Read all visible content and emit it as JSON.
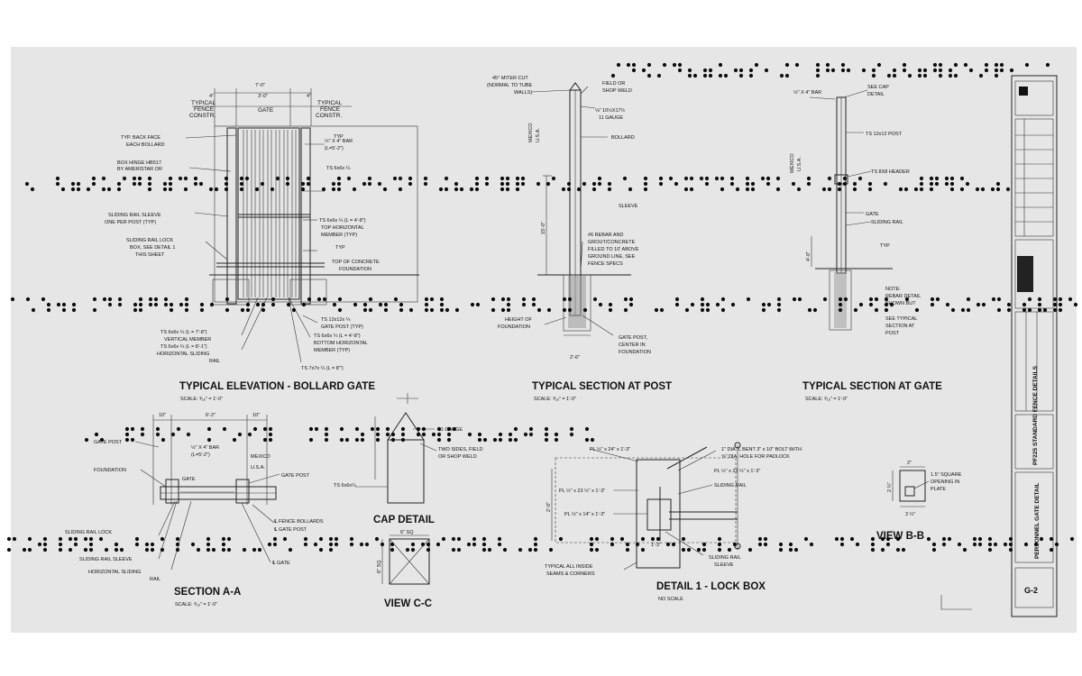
{
  "colors": {
    "paper": "#e6e6e6",
    "ink": "#111111",
    "braille_dots": "#0c0c0c"
  },
  "elevation": {
    "title": "TYPICAL ELEVATION - BOLLARD GATE",
    "scale": "SCALE: ³⁄₁₆\" = 1'-0\"",
    "labels": {
      "dim_7_0": "7'-0\"",
      "dim_4_left": "4\"",
      "dim_4_right": "4\"",
      "dim_3_0": "3'-0\"",
      "typ_fence_left": "TYPICAL",
      "typ_fence_left2": "FENCE",
      "typ_fence_left3": "CONSTR.",
      "gate": "GATE",
      "typ_fence_right": "TYPICAL",
      "typ_fence_right2": "FENCE",
      "typ_fence_right3": "CONSTR.",
      "typ_back_face": "TYP. BACK FACE",
      "typ_back_face2": "EACH BOLLARD",
      "box_hinge": "BOX HINGE HB517",
      "box_hinge2": "BY AMERISTAR OR",
      "bar_left": "½\" X 4\" BAR",
      "bar_left2": "(L=5'-2\")",
      "ts_upper": "TS 6x6x ¼",
      "typ_a": "TYP",
      "sliding_rail_sleeve": "SLIDING RAIL SLEEVE",
      "sliding_rail_sleeve2": "ONE PER POST (TYP)",
      "ts_top": "TS 6x6x ¼ (L = 4'-8\")",
      "top_horizontal": "TOP HORIZONTAL",
      "member_typ": "MEMBER (TYP)",
      "typ_b": "TYP",
      "lock_box": "SLIDING RAIL LOCK",
      "lock_box2": "BOX, SEE DETAIL 1",
      "lock_box3": "THIS SHEET",
      "top_concrete": "TOP OF CONCRETE",
      "top_concrete2": "FOUNDATION",
      "ts_12x12": "TS 12x12x ¼",
      "gate_post_typ": "GATE POST (TYP)",
      "ts_vert": "TS 6x6x ¼ (L = 7'-8\")",
      "vertical_member": "VERTICAL MEMBER",
      "ts_horiz": "TS 6x6x ¼ (L = 8'-1\")",
      "horiz_sliding": "HORIZONTAL SLIDING",
      "rail": "RAIL",
      "ts_bottom": "TS 6x6x ¼ (L = 4'-8\")",
      "bottom_horizontal": "BOTTOM HORIZONTAL",
      "member_typ2": "MEMBER (TYP)",
      "ts_7x7": "TS 7x7x ¼ (L = 8'\")"
    }
  },
  "section_post": {
    "title": "TYPICAL SECTION AT POST",
    "scale": "SCALE: ³⁄₁₆\" = 1'-0\"",
    "labels": {
      "miter": "45° MITER CUT",
      "miter2": "(NORMAL TO TUBE",
      "miter3": "WALLS)",
      "field_weld": "FIELD OR",
      "field_weld2": "SHOP WELD",
      "gauge": "⅛\" 10½X17½",
      "gauge2": "11 GAUGE",
      "mexico": "MEXICO",
      "usa": "U.S.A.",
      "bollard": "BOLLARD",
      "sleeve": "SLEEVE",
      "dim_15": "15'-0\"",
      "rebar": "#6 REBAR AND",
      "rebar2": "GROUT/CONCRETE",
      "rebar3": "FILLED TO 10' ABOVE",
      "rebar4": "GROUND LINE, SEE",
      "rebar5": "FENCE SPECS",
      "height_found": "HEIGHT OF",
      "height_found2": "FOUNDATION",
      "gate_post": "GATE POST,",
      "gate_post2": "CENTER IN",
      "gate_post3": "FOUNDATION",
      "dim_2_6": "2'-6\""
    }
  },
  "section_gate": {
    "title": "TYPICAL SECTION AT GATE",
    "scale": "SCALE: ³⁄₁₆\" = 1'-0\"",
    "labels": {
      "bar": "½\" X 4\" BAR",
      "see_cap": "SEE CAP",
      "see_cap2": "DETAIL",
      "ts_post": "TS 12x12 POST",
      "mexico": "MEXICO",
      "usa": "U.S.A.",
      "ts_header": "TS 8X8 HEADER",
      "gate": "GATE",
      "sliding_rail": "SLIDING RAIL",
      "typ": "TYP",
      "dim_4_0": "4'-0\"",
      "note": "NOTE:",
      "note2": "REBAR DETAIL",
      "note3": "SHOWN BUT",
      "note4": "SEE TYPICAL",
      "note5": "SECTION AT",
      "note6": "POST"
    }
  },
  "section_a": {
    "title": "SECTION A-A",
    "scale": "SCALE: ³⁄₁₆\" = 1'-0\"",
    "labels": {
      "dim_10_l": "10\"",
      "dim_6_2": "6'-2\"",
      "dim_10_r": "10\"",
      "gate_post_l": "GATE POST",
      "bar": "½\" X 4\" BAR",
      "bar2": "(L=5'-2\")",
      "mexico": "MEXICO",
      "foundation": "FOUNDATION",
      "usa": "U.S.A.",
      "gate_post_r": "GATE POST",
      "gate": "GATE",
      "sliding_lock": "SLIDING RAIL LOCK",
      "sliding_sleeve": "SLIDING RAIL SLEEVE",
      "horiz_sliding": "HORIZONTAL SLIDING",
      "rail": "RAIL",
      "fence_bollards": "℄ FENCE BOLLARDS",
      "gate_post_c": "℄ GATE POST",
      "c_gate": "℄ GATE"
    }
  },
  "cap_detail": {
    "title": "CAP DETAIL",
    "labels": {
      "gauge": "11 GAUGE",
      "field_weld": "TWO SIDES, FIELD",
      "field_weld2": "OR SHOP WELD",
      "ts": "TS 6x6x¼"
    }
  },
  "view_c": {
    "title": "VIEW C-C",
    "labels": {
      "dim_top": "6\" SQ",
      "dim_side": "6\" SQ"
    }
  },
  "lock_box": {
    "title": "DETAIL 1 - LOCK BOX",
    "scale": "NO SCALE",
    "labels": {
      "pl_top": "PL ½\" x 24\" x 1'-3\"",
      "bolt": "1\" DIA. L BENT 3\" x 10\" BOLT WITH",
      "bolt2": "⅝\" DIA. HOLE FOR PADLOCK",
      "pl_23a": "PL ½\" x 23 ½\" x 1'-3\"",
      "pl_23b": "PL ½\" x 23 ½\" x 1'-3\"",
      "sliding_rail": "SLIDING RAIL",
      "pl_14": "PL ½\" x 14\" x 1'-3\"",
      "dim_2_0": "2'-0\"",
      "dim_1_3": "1'-3\"",
      "typ_seams": "TYPICAL ALL INSIDE",
      "typ_seams2": "SEAMS & CORNERS",
      "sleeve": "SLIDING RAIL",
      "sleeve2": "SLEEVE"
    }
  },
  "view_b": {
    "title": "VIEW B-B",
    "labels": {
      "dim_top": "2\"",
      "square_opening": "1.5\" SQUARE",
      "square_opening2": "OPENING IN",
      "square_opening3": "PLATE",
      "dim_side": "2 ¼\"",
      "dim_bottom": "3 ¼\""
    }
  },
  "title_block": {
    "project_title": "PF225 STANDARD FENCE DETAILS",
    "sheet_title": "PERSONNEL GATE DETAIL",
    "sheet_number": "G-2"
  }
}
